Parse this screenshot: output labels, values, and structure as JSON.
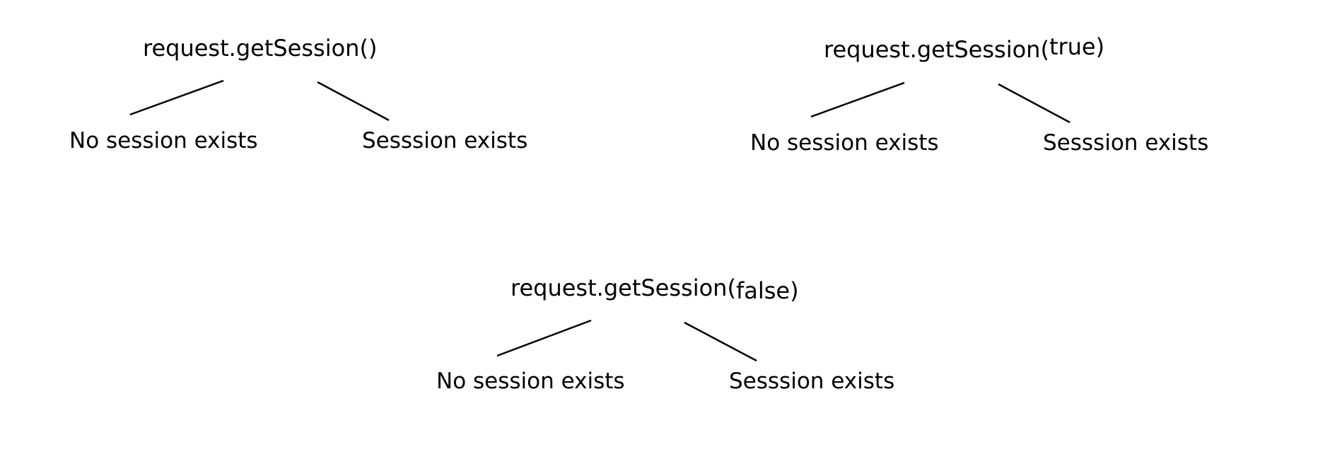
{
  "trees": [
    {
      "id": "t1",
      "root_prefix": "request.getSession(",
      "root_arg": ")",
      "left_child": "No session exists",
      "right_child": "Sesssion exists"
    },
    {
      "id": "t2",
      "root_prefix": "request.getSession(",
      "root_arg": "true)",
      "left_child": "No session exists",
      "right_child": "Sesssion exists"
    },
    {
      "id": "t3",
      "root_prefix": "request.getSession(",
      "root_arg": "false)",
      "left_child": "No session exists",
      "right_child": "Sesssion exists"
    }
  ],
  "colors": {
    "background": "#ffffff",
    "ink": "#000000"
  }
}
